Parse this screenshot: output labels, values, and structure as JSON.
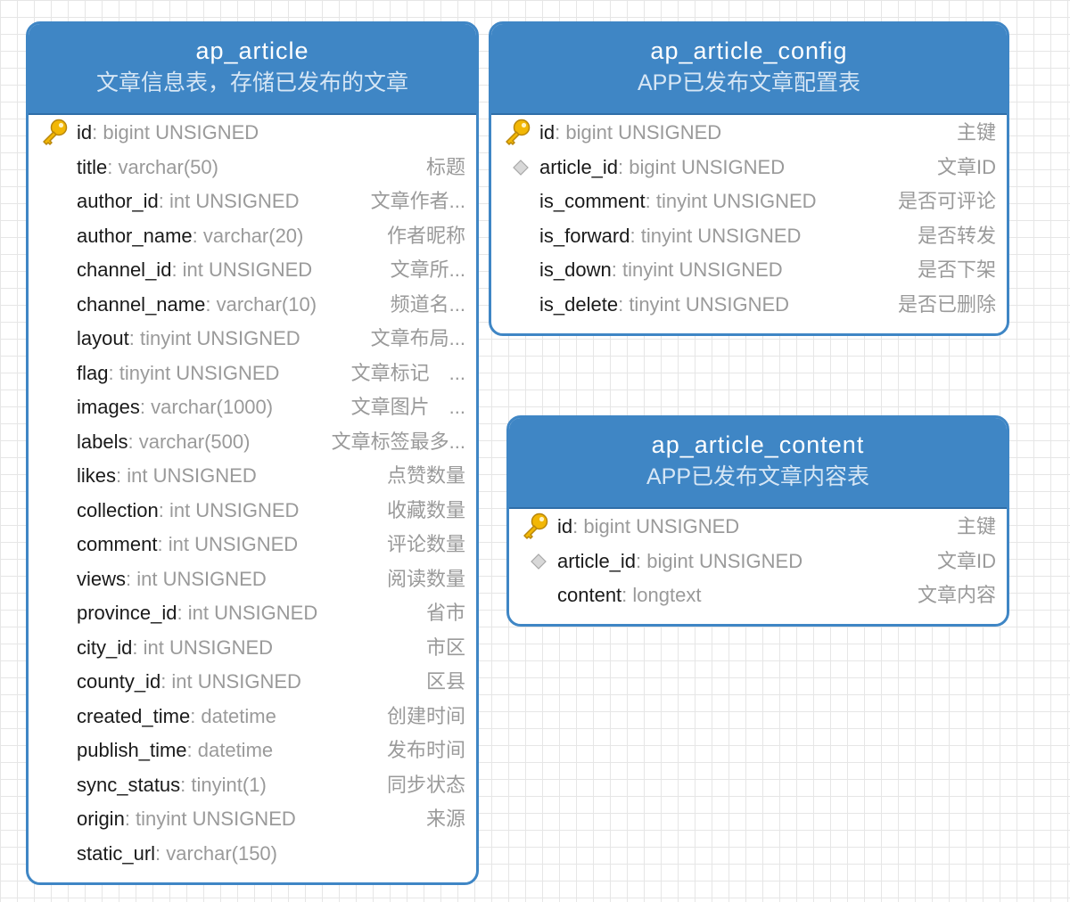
{
  "tables": {
    "article": {
      "name": "ap_article",
      "comment": "文章信息表，存储已发布的文章",
      "fields": [
        {
          "name": "id",
          "type": "bigint UNSIGNED",
          "comment": "",
          "key": "primary-key"
        },
        {
          "name": "title",
          "type": "varchar(50)",
          "comment": "标题",
          "key": ""
        },
        {
          "name": "author_id",
          "type": "int UNSIGNED",
          "comment": "文章作者...",
          "key": ""
        },
        {
          "name": "author_name",
          "type": "varchar(20)",
          "comment": "作者昵称",
          "key": ""
        },
        {
          "name": "channel_id",
          "type": "int UNSIGNED",
          "comment": "文章所...",
          "key": ""
        },
        {
          "name": "channel_name",
          "type": "varchar(10)",
          "comment": "频道名...",
          "key": ""
        },
        {
          "name": "layout",
          "type": "tinyint UNSIGNED",
          "comment": "文章布局...",
          "key": ""
        },
        {
          "name": "flag",
          "type": "tinyint UNSIGNED",
          "comment": "文章标记　...",
          "key": ""
        },
        {
          "name": "images",
          "type": "varchar(1000)",
          "comment": "文章图片　...",
          "key": ""
        },
        {
          "name": "labels",
          "type": "varchar(500)",
          "comment": "文章标签最多...",
          "key": ""
        },
        {
          "name": "likes",
          "type": "int UNSIGNED",
          "comment": "点赞数量",
          "key": ""
        },
        {
          "name": "collection",
          "type": "int UNSIGNED",
          "comment": "收藏数量",
          "key": ""
        },
        {
          "name": "comment",
          "type": "int UNSIGNED",
          "comment": "评论数量",
          "key": ""
        },
        {
          "name": "views",
          "type": "int UNSIGNED",
          "comment": "阅读数量",
          "key": ""
        },
        {
          "name": "province_id",
          "type": "int UNSIGNED",
          "comment": "省市",
          "key": ""
        },
        {
          "name": "city_id",
          "type": "int UNSIGNED",
          "comment": "市区",
          "key": ""
        },
        {
          "name": "county_id",
          "type": "int UNSIGNED",
          "comment": "区县",
          "key": ""
        },
        {
          "name": "created_time",
          "type": "datetime",
          "comment": "创建时间",
          "key": ""
        },
        {
          "name": "publish_time",
          "type": "datetime",
          "comment": "发布时间",
          "key": ""
        },
        {
          "name": "sync_status",
          "type": "tinyint(1)",
          "comment": "同步状态",
          "key": ""
        },
        {
          "name": "origin",
          "type": "tinyint UNSIGNED",
          "comment": "来源",
          "key": ""
        },
        {
          "name": "static_url",
          "type": "varchar(150)",
          "comment": "",
          "key": ""
        }
      ]
    },
    "config": {
      "name": "ap_article_config",
      "comment": "APP已发布文章配置表",
      "fields": [
        {
          "name": "id",
          "type": "bigint UNSIGNED",
          "comment": "主键",
          "key": "primary-key"
        },
        {
          "name": "article_id",
          "type": "bigint UNSIGNED",
          "comment": "文章ID",
          "key": "foreign-key"
        },
        {
          "name": "is_comment",
          "type": "tinyint UNSIGNED",
          "comment": "是否可评论",
          "key": ""
        },
        {
          "name": "is_forward",
          "type": "tinyint UNSIGNED",
          "comment": "是否转发",
          "key": ""
        },
        {
          "name": "is_down",
          "type": "tinyint UNSIGNED",
          "comment": "是否下架",
          "key": ""
        },
        {
          "name": "is_delete",
          "type": "tinyint UNSIGNED",
          "comment": "是否已删除",
          "key": ""
        }
      ]
    },
    "content": {
      "name": "ap_article_content",
      "comment": "APP已发布文章内容表",
      "fields": [
        {
          "name": "id",
          "type": "bigint UNSIGNED",
          "comment": "主键",
          "key": "primary-key"
        },
        {
          "name": "article_id",
          "type": "bigint UNSIGNED",
          "comment": "文章ID",
          "key": "foreign-key"
        },
        {
          "name": "content",
          "type": "longtext",
          "comment": "文章内容",
          "key": ""
        }
      ]
    }
  },
  "colors": {
    "header": "#3f86c5",
    "border": "#3f86c5",
    "field_name": "#1a1a1a",
    "field_type": "#9a9a9a",
    "primary_key_icon": "#f2b705",
    "foreign_key_icon": "#c8c8c8"
  }
}
